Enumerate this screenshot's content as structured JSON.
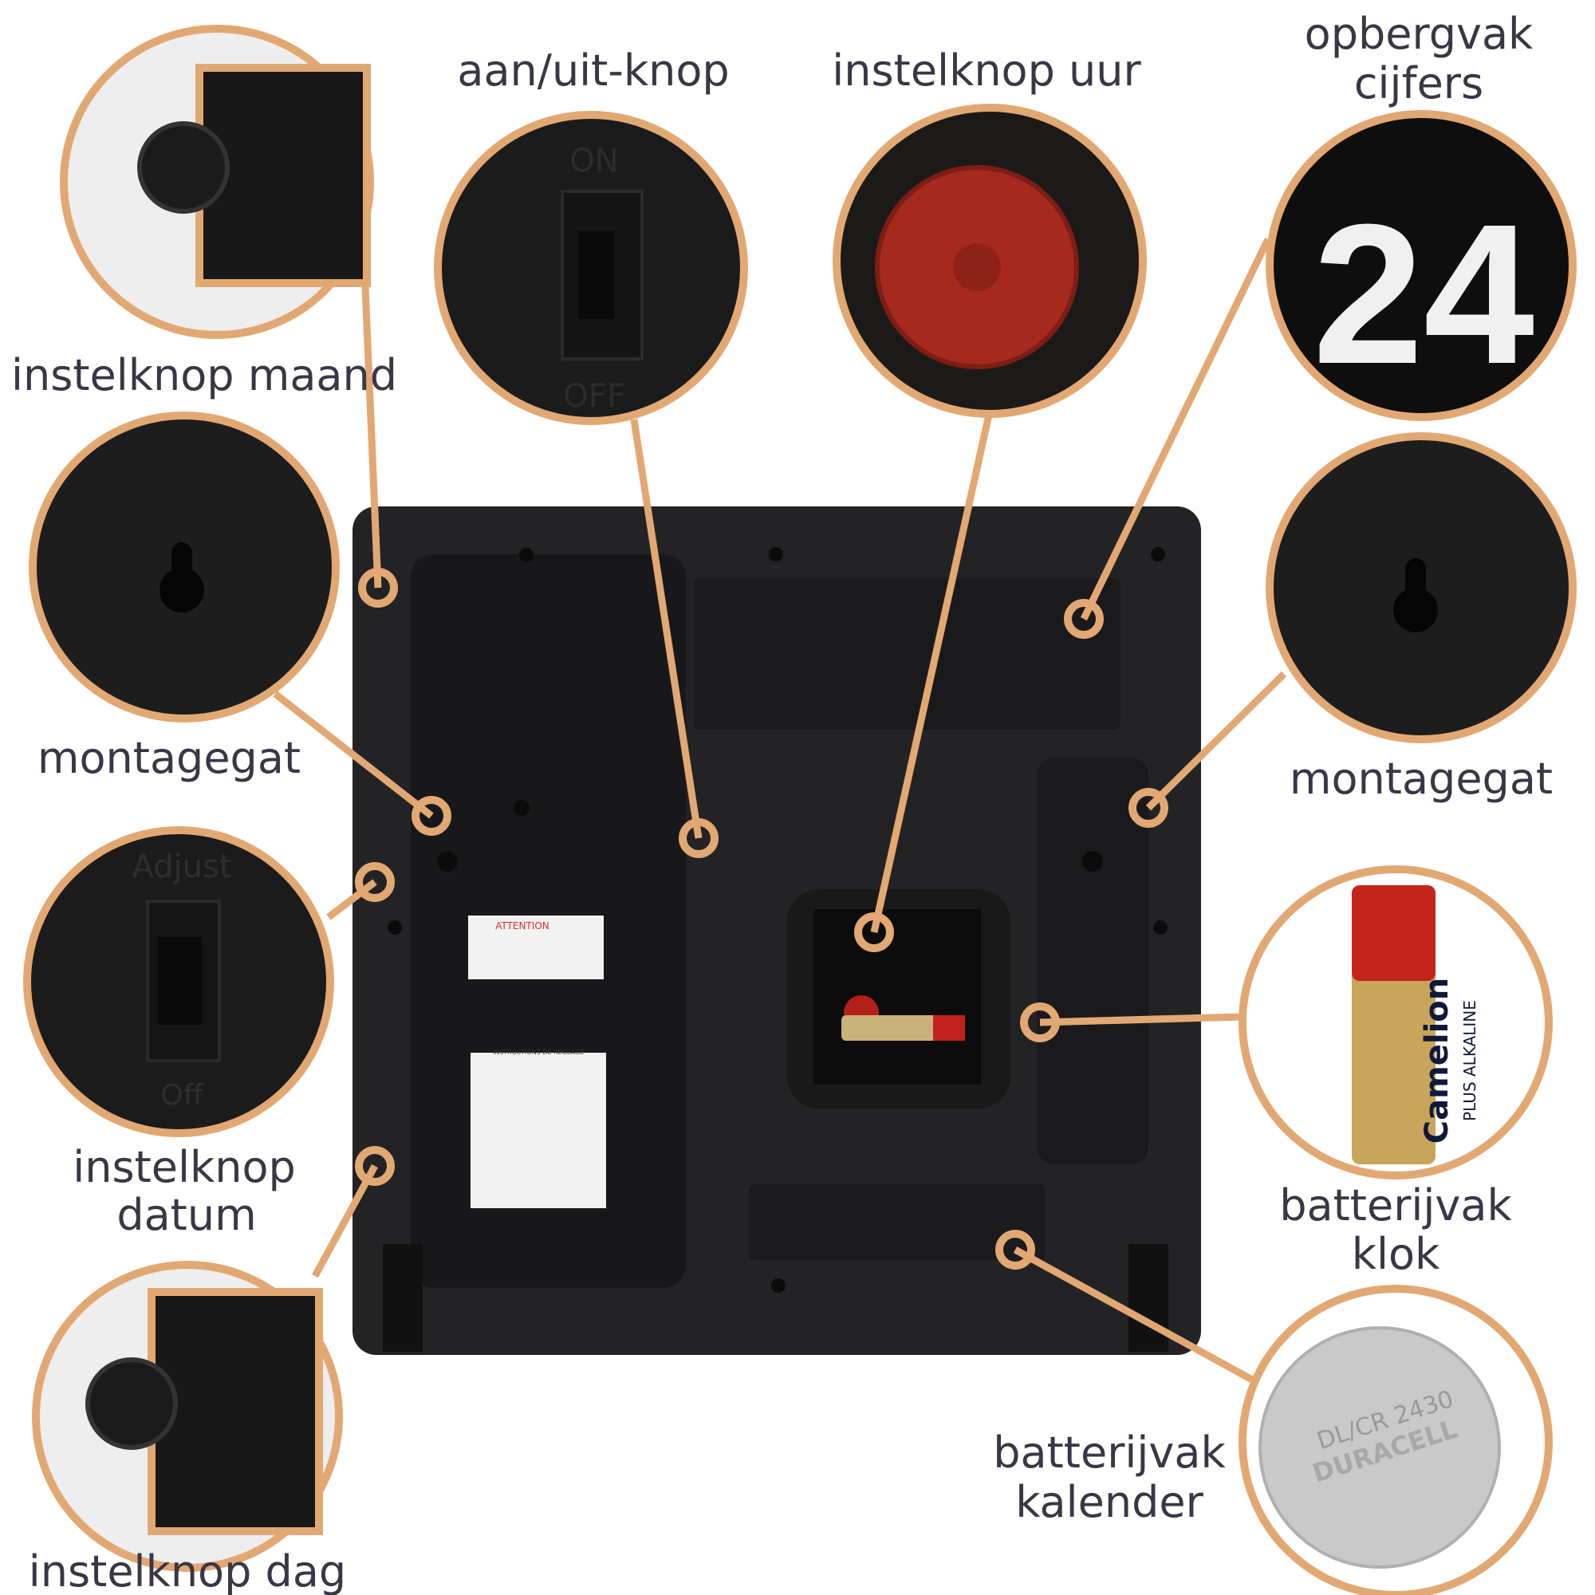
{
  "labels": {
    "on_off": "aan/uit-knop",
    "hour": "instelknop uur",
    "digits_1": "opbergvak",
    "digits_2": "cijfers",
    "month": "instelknop maand",
    "mount_left": "montagegat",
    "mount_right": "montagegat",
    "date_1": "instelknop",
    "date_2": "datum",
    "clock_batt_1": "batterijvak",
    "clock_batt_2": "klok",
    "cal_batt_1": "batterijvak",
    "cal_batt_2": "kalender",
    "day": "instelknop dag"
  },
  "details": {
    "switch_on": "ON",
    "switch_off": "OFF",
    "adjust": "Adjust",
    "adjust_off": "Off",
    "digits": "24",
    "battery_brand": "Camelion",
    "battery_type": "PLUS ALKALINE",
    "coin_model": "DL/CR 2430",
    "coin_brand": "DURACELL",
    "attention_title": "ATTENTION",
    "instructions_title": "INSTRUCTIONS DE REGLAGE"
  },
  "colors": {
    "accent": "#E2A873",
    "text": "#3B3646",
    "body": "#1E1E1F"
  }
}
